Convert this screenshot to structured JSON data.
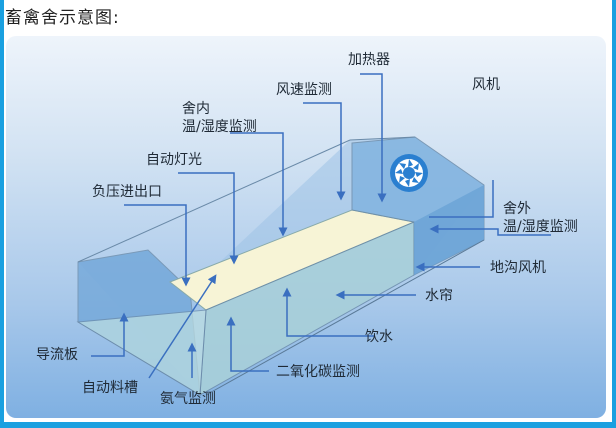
{
  "title": "畜禽舍示意图:",
  "labels": {
    "heater": "加热器",
    "fan": "风机",
    "wind_speed": "风速监测",
    "inside_temp_line1": "舍内",
    "inside_temp_line2": "温/湿度监测",
    "auto_light": "自动灯光",
    "negative_pressure": "负压进出口",
    "outside_temp_line1": "舍外",
    "outside_temp_line2": "温/湿度监测",
    "trench_fan": "地沟风机",
    "water_curtain": "水帘",
    "drinking_water": "饮水",
    "co2": "二氧化碳监测",
    "deflector": "导流板",
    "auto_trough": "自动料槽",
    "ammonia": "氨气监测"
  },
  "colors": {
    "frame": "#1aa0e0",
    "leader_line": "#3a6fc0",
    "floor": "#f7f4d6"
  }
}
